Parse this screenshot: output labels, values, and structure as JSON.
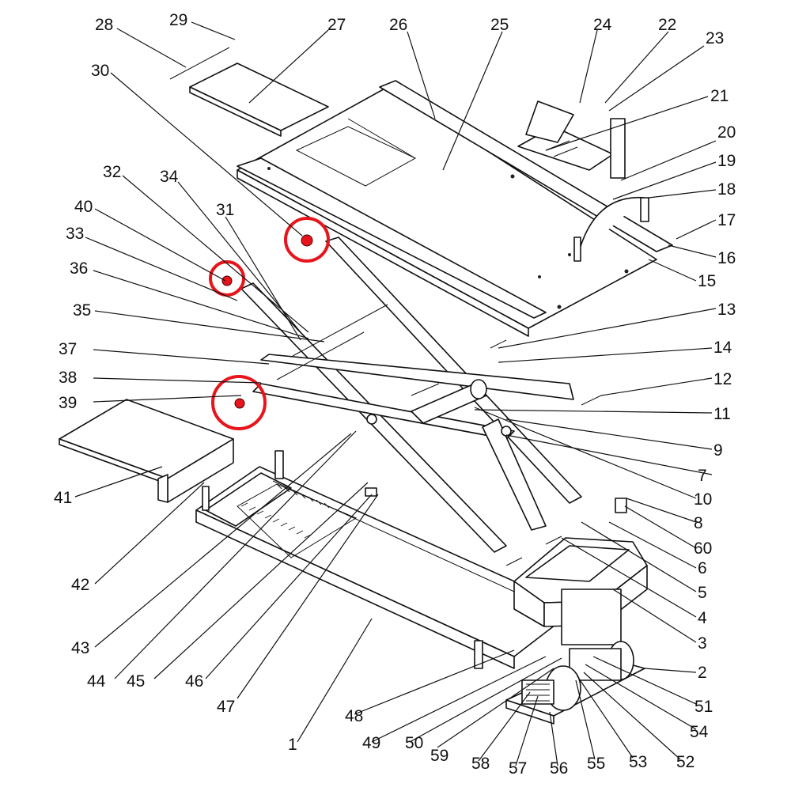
{
  "diagram": {
    "callouts": [
      {
        "id": "1",
        "label": "1"
      },
      {
        "id": "2",
        "label": "2"
      },
      {
        "id": "3",
        "label": "3"
      },
      {
        "id": "4",
        "label": "4"
      },
      {
        "id": "5",
        "label": "5"
      },
      {
        "id": "6",
        "label": "6"
      },
      {
        "id": "7",
        "label": "7"
      },
      {
        "id": "8",
        "label": "8"
      },
      {
        "id": "9",
        "label": "9"
      },
      {
        "id": "10",
        "label": "10"
      },
      {
        "id": "11",
        "label": "11"
      },
      {
        "id": "12",
        "label": "12"
      },
      {
        "id": "13",
        "label": "13"
      },
      {
        "id": "14",
        "label": "14"
      },
      {
        "id": "15",
        "label": "15"
      },
      {
        "id": "16",
        "label": "16"
      },
      {
        "id": "17",
        "label": "17"
      },
      {
        "id": "18",
        "label": "18"
      },
      {
        "id": "19",
        "label": "19"
      },
      {
        "id": "20",
        "label": "20"
      },
      {
        "id": "21",
        "label": "21"
      },
      {
        "id": "22",
        "label": "22"
      },
      {
        "id": "23",
        "label": "23"
      },
      {
        "id": "24",
        "label": "24"
      },
      {
        "id": "25",
        "label": "25"
      },
      {
        "id": "26",
        "label": "26"
      },
      {
        "id": "27",
        "label": "27"
      },
      {
        "id": "28",
        "label": "28"
      },
      {
        "id": "29",
        "label": "29"
      },
      {
        "id": "30",
        "label": "30"
      },
      {
        "id": "31",
        "label": "31"
      },
      {
        "id": "32",
        "label": "32"
      },
      {
        "id": "33",
        "label": "33"
      },
      {
        "id": "34",
        "label": "34"
      },
      {
        "id": "35",
        "label": "35"
      },
      {
        "id": "36",
        "label": "36"
      },
      {
        "id": "37",
        "label": "37"
      },
      {
        "id": "38",
        "label": "38"
      },
      {
        "id": "39",
        "label": "39"
      },
      {
        "id": "40",
        "label": "40"
      },
      {
        "id": "41",
        "label": "41"
      },
      {
        "id": "42",
        "label": "42"
      },
      {
        "id": "43",
        "label": "43"
      },
      {
        "id": "44",
        "label": "44"
      },
      {
        "id": "45",
        "label": "45"
      },
      {
        "id": "46",
        "label": "46"
      },
      {
        "id": "47",
        "label": "47"
      },
      {
        "id": "48",
        "label": "48"
      },
      {
        "id": "49",
        "label": "49"
      },
      {
        "id": "50",
        "label": "50"
      },
      {
        "id": "51",
        "label": "51"
      },
      {
        "id": "52",
        "label": "52"
      },
      {
        "id": "53",
        "label": "53"
      },
      {
        "id": "54",
        "label": "54"
      },
      {
        "id": "55",
        "label": "55"
      },
      {
        "id": "56",
        "label": "56"
      },
      {
        "id": "57",
        "label": "57"
      },
      {
        "id": "58",
        "label": "58"
      },
      {
        "id": "59",
        "label": "59"
      },
      {
        "id": "60",
        "label": "60"
      }
    ],
    "highlight_color": "#e8141b",
    "line_color": "#111111",
    "background": "#ffffff"
  }
}
